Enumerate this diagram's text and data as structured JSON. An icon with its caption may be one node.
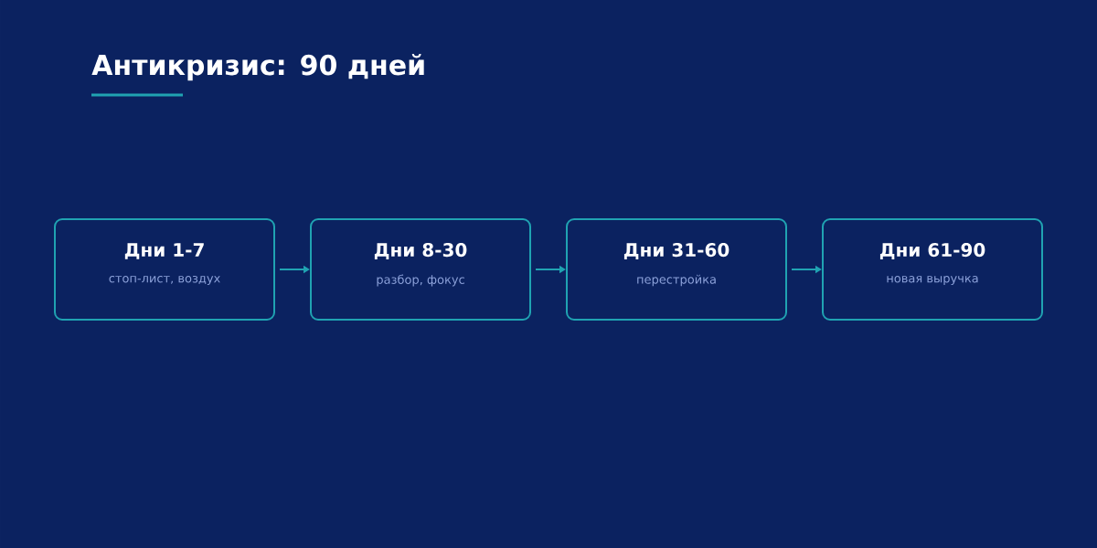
{
  "diagram": {
    "title": "Антикризис: 90 дней",
    "nodes": [
      {
        "text": [
          "Дни 1-7",
          "стоп-лист, воздух"
        ]
      },
      {
        "text": [
          "Дни 8-30",
          "разбор, фокус"
        ]
      },
      {
        "text": [
          "Дни 31-60",
          "перестройка"
        ]
      },
      {
        "text": [
          "Дни 61-90",
          "новая выручка"
        ]
      }
    ],
    "edges": [
      {
        "from": 0,
        "to": 1,
        "arrow": "to"
      },
      {
        "from": 1,
        "to": 2,
        "arrow": "to"
      },
      {
        "from": 2,
        "to": 3,
        "arrow": "to"
      }
    ]
  }
}
